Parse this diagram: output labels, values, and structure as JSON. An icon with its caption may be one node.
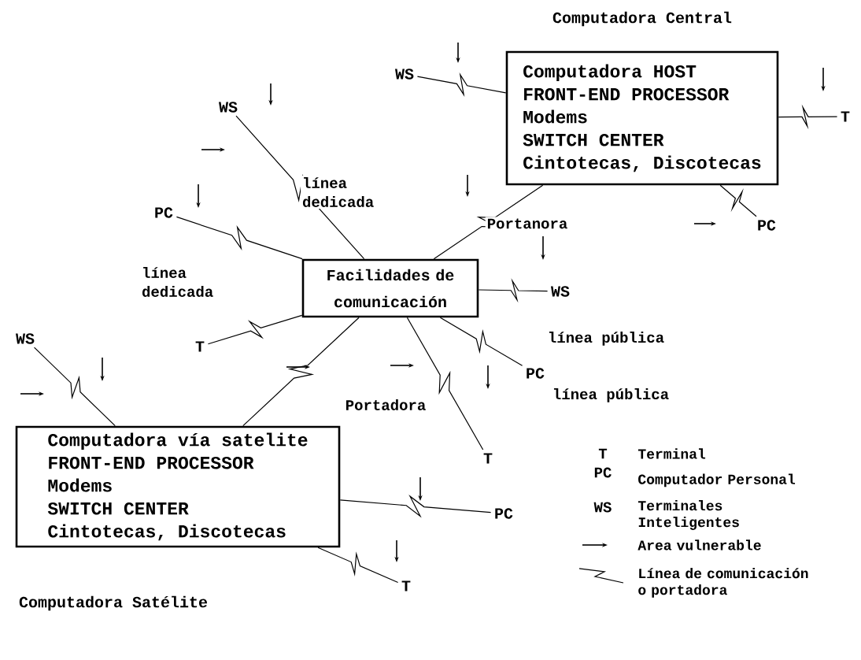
{
  "diagram": {
    "nodes": [
      {
        "text": [
          "Computadora Central",
          "Computadora HOST",
          "FRONT-END PROCESSOR",
          "Modems",
          "SWITCH CENTER",
          "Cintotecas, Discotecas"
        ]
      },
      {
        "text": [
          "Facilidades de comunicación"
        ]
      },
      {
        "text": [
          "Computadora vía satelite",
          "FRONT-END PROCESSOR",
          "Modems",
          "SWITCH CENTER",
          "Cintotecas, Discotecas",
          "Computadora Satélite"
        ]
      },
      {
        "text": [
          "WS"
        ]
      },
      {
        "text": [
          "T"
        ]
      },
      {
        "text": [
          "PC"
        ]
      },
      {
        "text": [
          "WS"
        ]
      },
      {
        "text": [
          "PC"
        ]
      },
      {
        "text": [
          "T"
        ]
      },
      {
        "text": [
          "WS"
        ]
      },
      {
        "text": [
          "PC"
        ]
      },
      {
        "text": [
          "T"
        ]
      },
      {
        "text": [
          "WS"
        ]
      },
      {
        "text": [
          "PC"
        ]
      },
      {
        "text": [
          "T"
        ]
      }
    ],
    "edges": [
      {
        "from": 3,
        "to": 0,
        "arrow": "none"
      },
      {
        "from": 0,
        "to": 4,
        "arrow": "none"
      },
      {
        "from": 0,
        "to": 5,
        "arrow": "none"
      },
      {
        "from": 1,
        "to": 0,
        "arrow": "none",
        "label": "Portanora"
      },
      {
        "from": 6,
        "to": 1,
        "arrow": "none",
        "label": "línea dedicada"
      },
      {
        "from": 7,
        "to": 1,
        "arrow": "none",
        "label": "línea dedicada"
      },
      {
        "from": 8,
        "to": 1,
        "arrow": "none"
      },
      {
        "from": 1,
        "to": 9,
        "arrow": "none",
        "label": "línea pública"
      },
      {
        "from": 1,
        "to": 10,
        "arrow": "none",
        "label": "línea pública"
      },
      {
        "from": 1,
        "to": 11,
        "arrow": "none"
      },
      {
        "from": 2,
        "to": 1,
        "arrow": "none",
        "label": "Portadora"
      },
      {
        "from": 12,
        "to": 2,
        "arrow": "none"
      },
      {
        "from": 2,
        "to": 13,
        "arrow": "none"
      },
      {
        "from": 2,
        "to": 14,
        "arrow": "none"
      }
    ],
    "labels": [
      "T",
      "PC",
      "WS"
    ],
    "legend": [
      {
        "text": "Terminal"
      },
      {
        "text": "Computador Personal"
      },
      {
        "text": "Terminales Inteligentes"
      },
      {
        "text": "Area vulnerable"
      },
      {
        "text": "Línea de comunicación o portadora"
      }
    ]
  }
}
